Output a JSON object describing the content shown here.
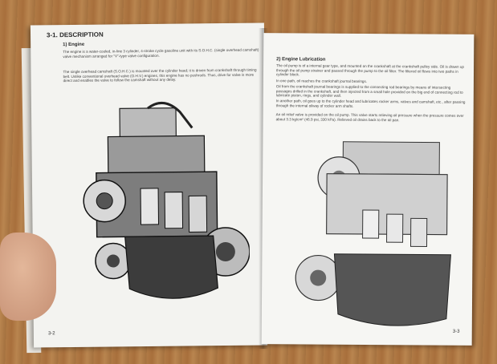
{
  "left_page": {
    "section_title": "3-1.  DESCRIPTION",
    "subsection_title": "1) Engine",
    "paragraph_1": "The engine is a water-cooled, in-line 3 cylinder, 4-stroke cycle gasoline unit with its S.O.H.C. (single overhead camshaft) valve mechanism arranged for \"V\"-type valve configuration.",
    "paragraph_2": "The single overhead camshaft (S.O.H.C.) is mounted over the cylinder head; it is driven from crankshaft through timing belt. Unlike conventional overhead valve (O.H.V.) engines, this engine has no pushrods. Thus, drive for valve is more direct and enables the valve to follow the camshaft without any delay.",
    "page_number": "3-2"
  },
  "right_page": {
    "subsection_title": "2) Engine Lubrication",
    "paragraph_1": "The oil pump is of a internal gear type, and mounted on the crankshaft at the crankshaft pulley side. Oil is drawn up through the oil pump strainer and passed through the pump to the oil filter. The filtered oil flows into two paths in cylinder block.",
    "paragraph_2": "In one path, oil reaches the crankshaft journal bearings.",
    "paragraph_3": "Oil from the crankshaft journal bearings is supplied to the connecting rod bearings by means of intersecting passages drilled in the crankshaft, and then injected from a small hole provided on the big end of connecting rod to lubricate piston, rings, and cylinder wall.",
    "paragraph_4": "In another path, oil goes up to the cylinder head and lubricates rocker arms, valves and camshaft, etc., after passing through the internal oilway of rocker arm shafts.",
    "paragraph_5": "An oil relief valve is provided on the oil pump. This valve starts relieving oil pressure when the pressure comes over about 3.3 kg/cm² (46.9 psi, 330 kPa). Relieved oil drains back to the oil pan.",
    "page_number": "3-3"
  },
  "colors": {
    "table_bg": "#a8703c",
    "page_bg": "#f4f4f1"
  }
}
